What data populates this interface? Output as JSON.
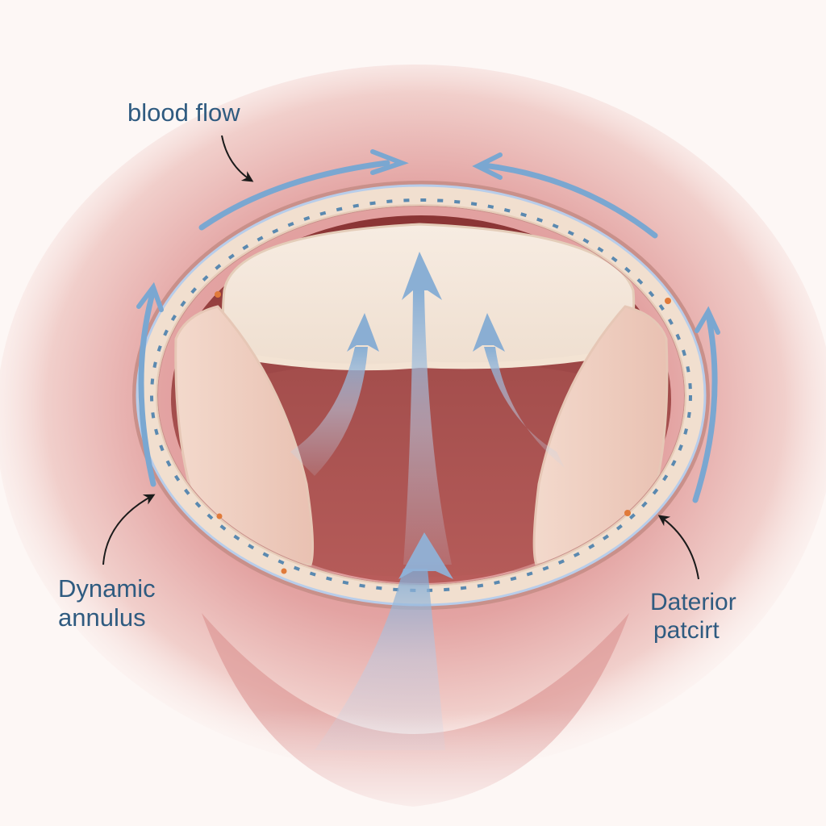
{
  "figure": {
    "subject": "Heart valve with dynamic annulus ring and blood flow arrows",
    "background_color": "#fdf7f5",
    "colors": {
      "tissue_pink": "#e8a6a4",
      "chamber_dark_red": "#8e3b3b",
      "leaflet_cream": "#f4e6d8",
      "annulus_ring": "#efdccb",
      "flow_arrow_blue": "#6f9fc8",
      "label_text": "#2f5b80",
      "suture_orange": "#e07a3a"
    }
  },
  "labels": {
    "blood_flow": "blood flow",
    "dynamic_annulus": {
      "line1": "Dynamic",
      "line2": "annulus"
    },
    "patch": {
      "line1": "Daterior",
      "line2": "patcirt"
    }
  },
  "arrows": {
    "circumferential": [
      "top-left clockwise",
      "top-right counterclockwise",
      "left upward",
      "right upward"
    ],
    "through_valve": [
      "left curved up",
      "center up",
      "right curved up",
      "lower inflow up"
    ]
  }
}
